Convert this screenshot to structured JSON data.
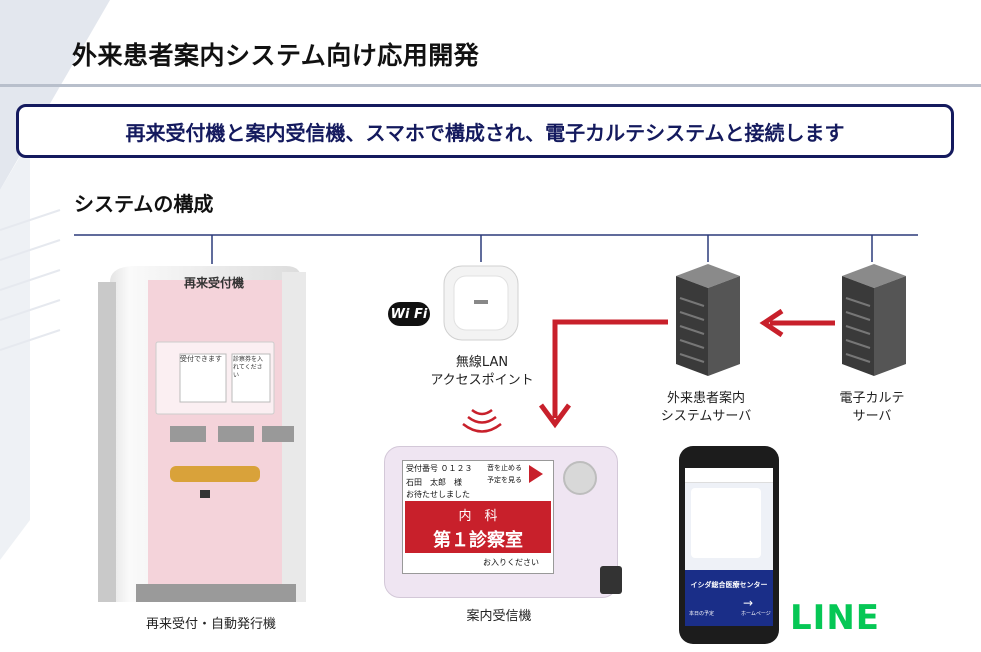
{
  "title": "外来患者案内システム向け応用開発",
  "banner": "再来受付機と案内受信機、スマホで構成され、電子カルテシステムと接続します",
  "section_heading": "システムの構成",
  "kiosk": {
    "top_label": "再来受付機",
    "screen_left": "受付できます",
    "screen_right": "診察券を入れてください",
    "caption": "再来受付・自動発行機"
  },
  "access_point": {
    "wifi_badge": "Wi Fi",
    "caption_line1": "無線LAN",
    "caption_line2": "アクセスポイント"
  },
  "patient_server": {
    "caption_line1": "外来患者案内",
    "caption_line2": "システムサーバ"
  },
  "ehr_server": {
    "caption_line1": "電子カルテ",
    "caption_line2": "サーバ"
  },
  "pager": {
    "header_left": "受付番号 ０１２３",
    "stop_label": "音を止める",
    "schedule_label": "予定を見る",
    "patient_name": "石田　太郎　様",
    "wait_message": "お待たせしました",
    "department": "内　科",
    "room": "第１診察室",
    "enter_message": "お入りください",
    "caption": "案内受信機"
  },
  "phone": {
    "hospital_name": "イシダ総合医療センター",
    "bottom_left": "本日の予定",
    "bottom_right": "ホームページ"
  },
  "line_logo": "LINE",
  "colors": {
    "navy": "#141a5e",
    "red": "#c8202b",
    "line_green": "#06c755",
    "pink": "#f2cfd6"
  }
}
